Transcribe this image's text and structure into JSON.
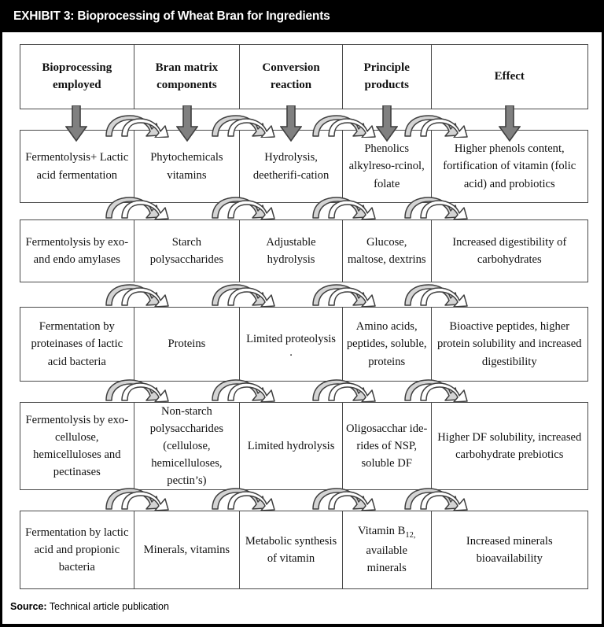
{
  "title": "EXHIBIT 3: Bioprocessing of Wheat Bran for Ingredients",
  "colors": {
    "title_bar_bg": "#000000",
    "title_text": "#ffffff",
    "table_border": "#4a4a4a",
    "arrow_fill": "#808080",
    "arrow_outline": "#3f3f3f",
    "page_bg": "#ffffff"
  },
  "table": {
    "headers": [
      "Bioprocessing employed",
      "Bran matrix components",
      "Conversion reaction",
      "Principle products",
      "Effect"
    ],
    "rows": [
      {
        "bioprocessing": "Fermentolysis+ Lactic acid fermentation",
        "components": "Phytochemicals vitamins",
        "reaction": "Hydrolysis, deetherifi-cation",
        "products": "Phenolics alkylreso-rcinol, folate",
        "effect": "Higher phenols content, fortification of vitamin (folic acid) and probiotics"
      },
      {
        "bioprocessing": "Fermentolysis by exo-and endo amylases",
        "components": "Starch polysaccharides",
        "reaction": "Adjustable hydrolysis",
        "products": "Glucose, maltose, dextrins",
        "effect": "Increased digestibility of carbohydrates"
      },
      {
        "bioprocessing": "Fermentation by proteinases of lactic acid bacteria",
        "components": "Proteins",
        "reaction": "Limited proteolysis",
        "reaction_artifact": ".",
        "products": "Amino acids, peptides, soluble, proteins",
        "effect": "Bioactive peptides, higher protein solubility and increased digestibility"
      },
      {
        "bioprocessing": "Fermentolysis by exo-cellulose, hemicelluloses and pectinases",
        "components": "Non-starch polysaccharides (cellulose, hemicelluloses, pectin’s)",
        "reaction": "Limited hydrolysis",
        "products": "Oligosacchar ide-rides of NSP, soluble DF",
        "effect": "Higher DF solubility, increased carbohydrate prebiotics"
      },
      {
        "bioprocessing": "Fermentation by lactic acid and propionic bacteria",
        "components": "Minerals, vitamins",
        "reaction": "Metabolic synthesis of vitamin",
        "products_pre": "Vitamin B",
        "products_sub": "12,",
        "products_post": "available minerals",
        "effect": "Increased minerals bioavailability"
      }
    ]
  },
  "icons": {
    "down_arrow": "arrow-down-block",
    "curved_arrow": "arrow-curved-uturn-right"
  },
  "footer": {
    "source_label": "Source:",
    "source_text": "Technical article publication"
  }
}
